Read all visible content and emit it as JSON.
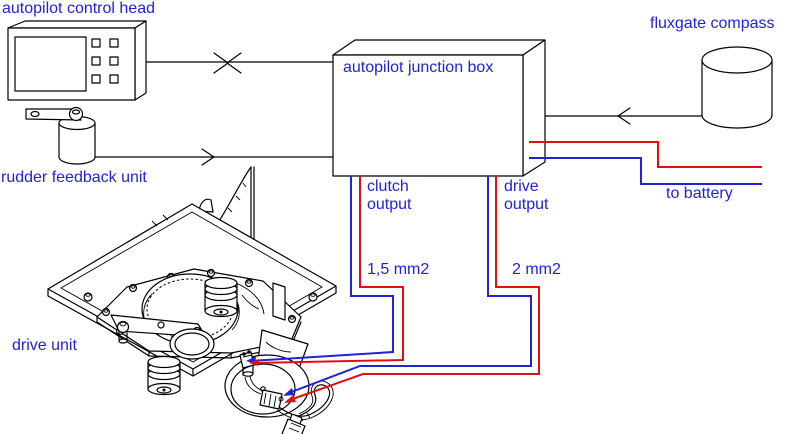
{
  "diagram": {
    "labels": {
      "control_head": "autopilot control head",
      "rudder_feedback": "rudder feedback unit",
      "junction_box": "autopilot junction box",
      "fluxgate_compass": "fluxgate compass",
      "drive_unit": "drive unit",
      "clutch_output": {
        "line1": "clutch",
        "line2": "output"
      },
      "drive_output": {
        "line1": "drive",
        "line2": "output"
      },
      "clutch_wire_gauge": "1,5 mm2",
      "drive_wire_gauge": "2 mm2",
      "to_battery": "to battery"
    },
    "colors": {
      "label_text": "#2222d6",
      "wire_blue": "#2222d6",
      "wire_red": "#e01010",
      "outline": "#000000",
      "background": "#ffffff"
    }
  }
}
